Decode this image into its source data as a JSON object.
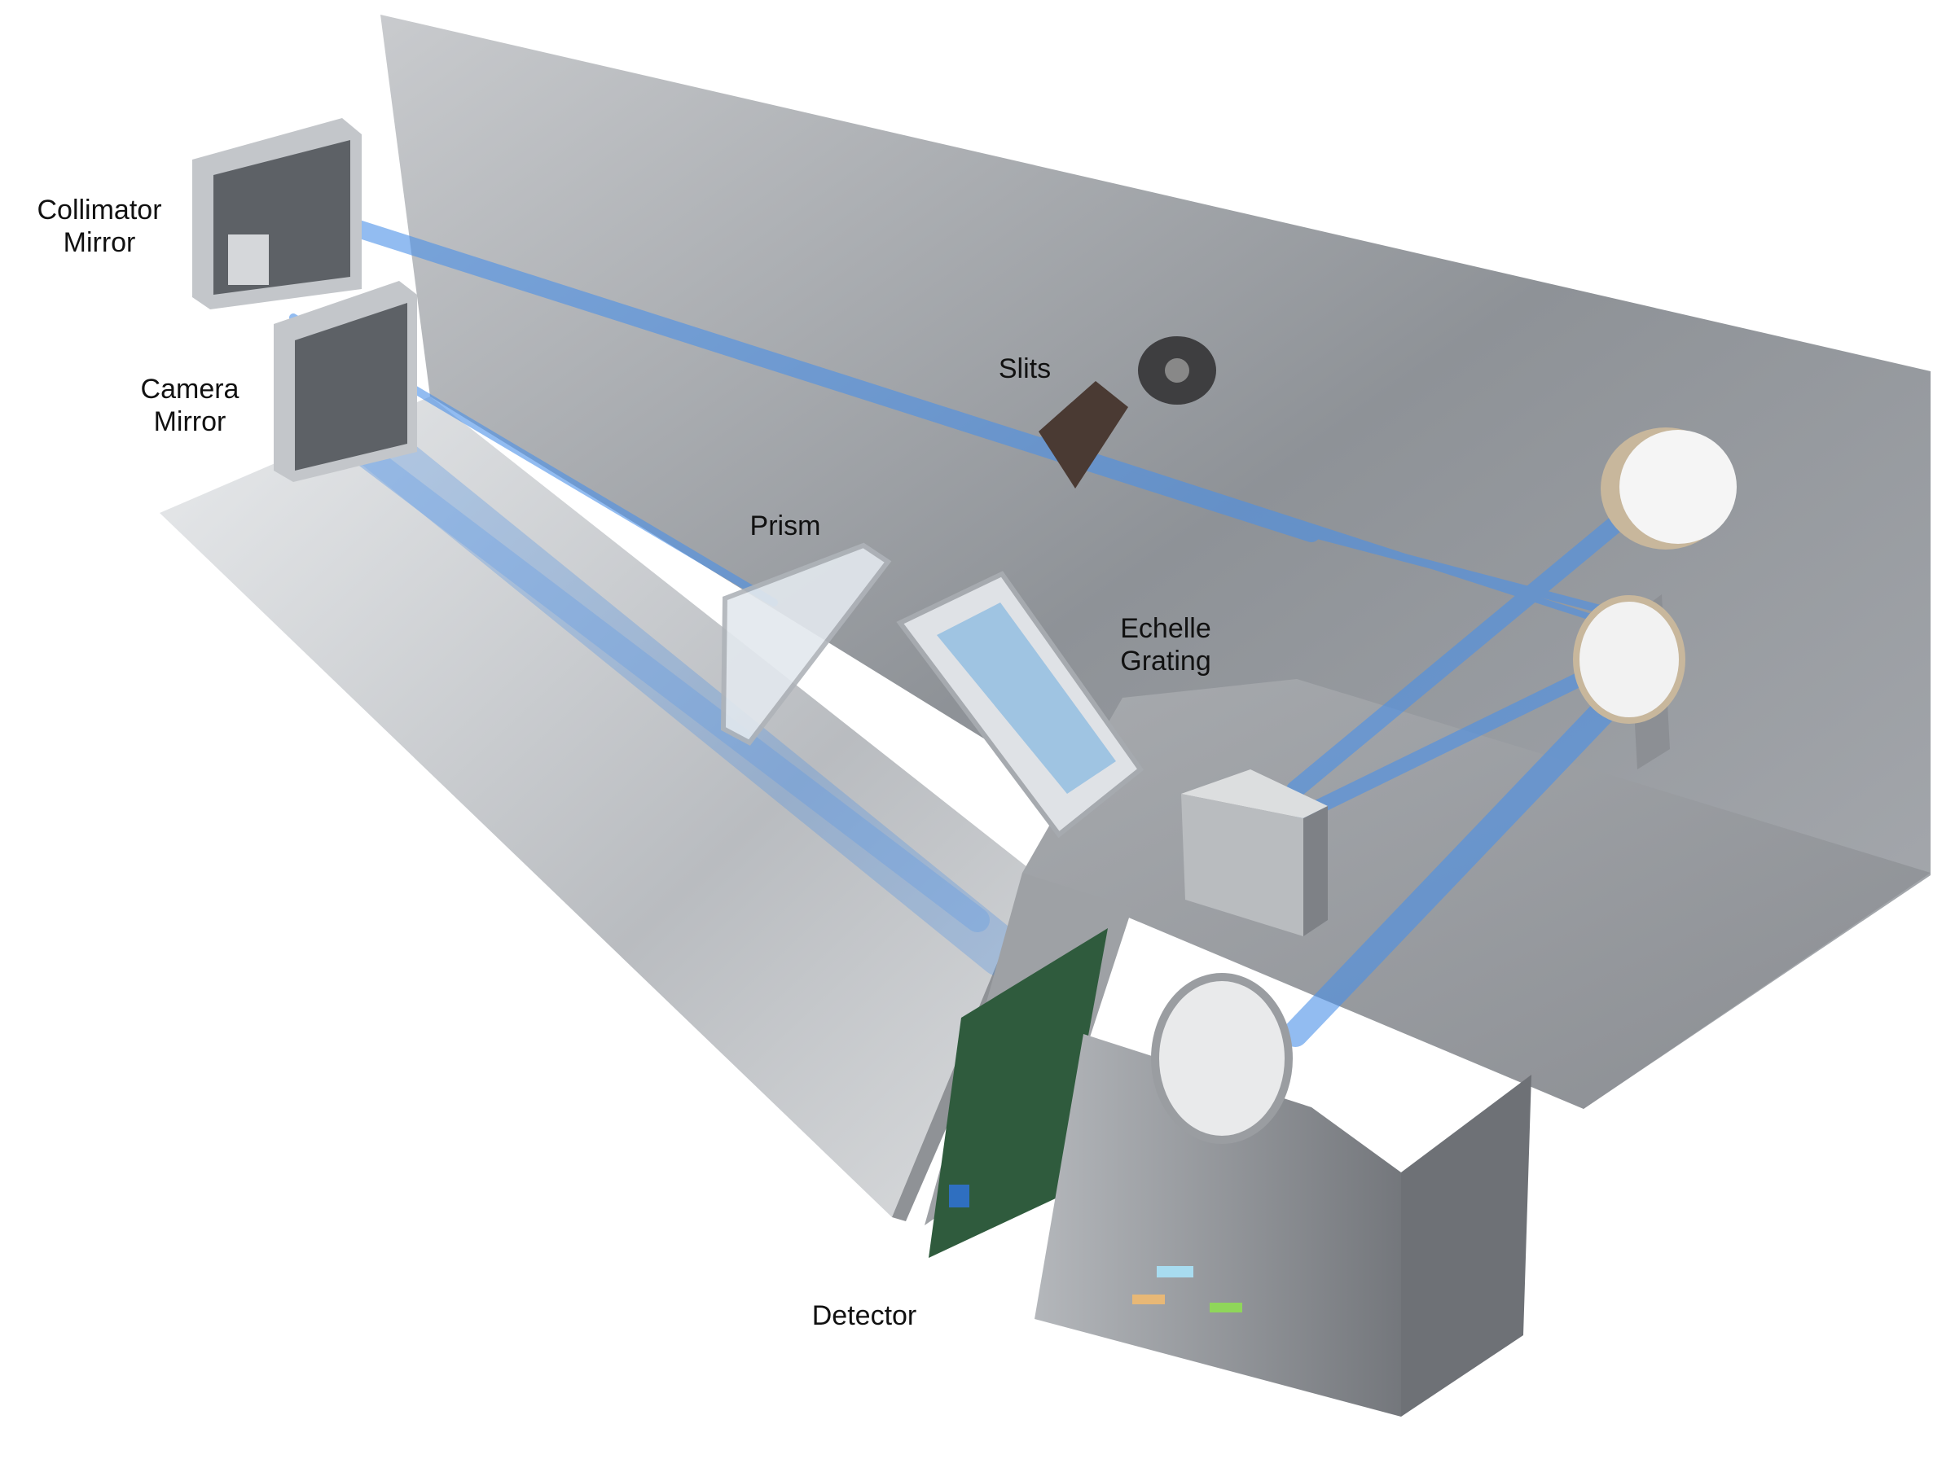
{
  "labels": {
    "collimator_mirror": "Collimator\nMirror",
    "camera_mirror": "Camera\nMirror",
    "slits": "Slits",
    "prism": "Prism",
    "echelle_grating": "Echelle\nGrating",
    "detector": "Detector"
  },
  "colors": {
    "beam": "#4a90e8",
    "metal": "#9a9ea3",
    "label_text": "#111111"
  }
}
